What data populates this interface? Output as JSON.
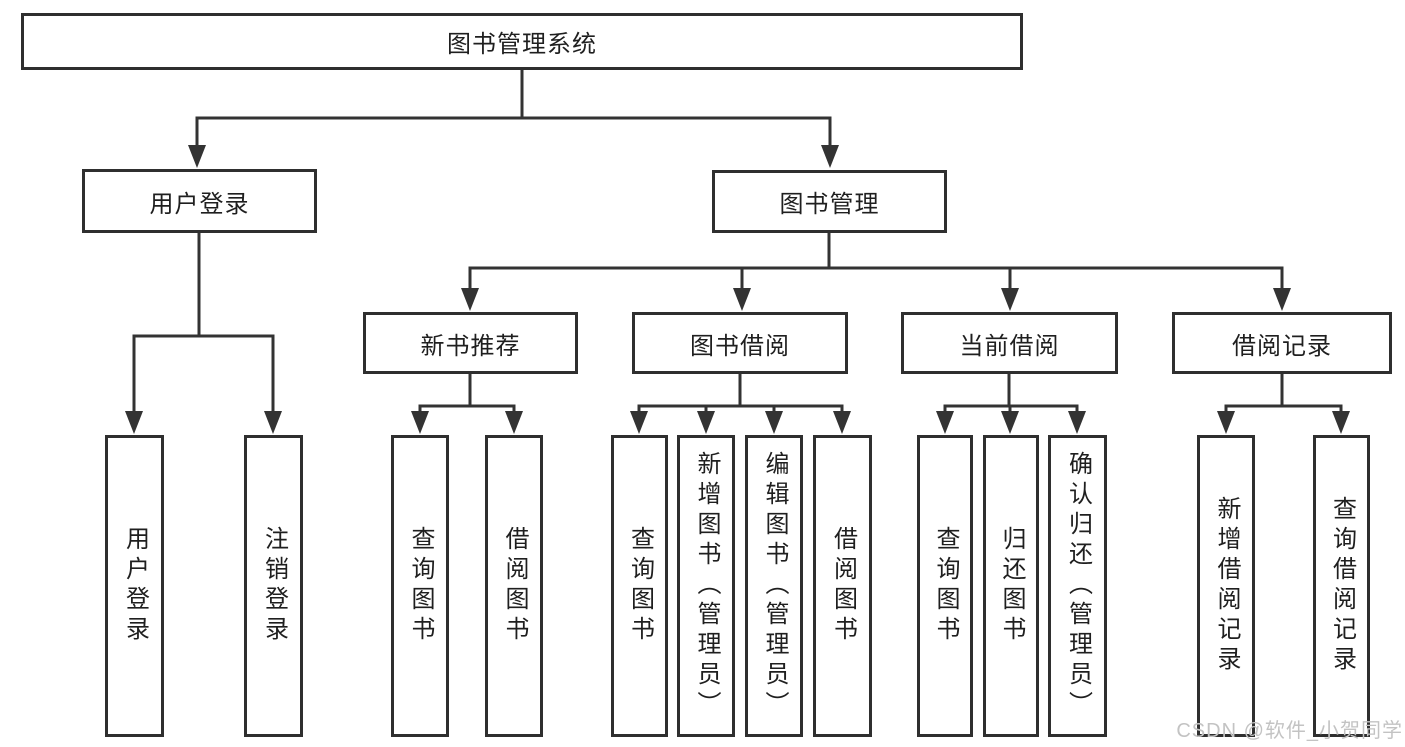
{
  "nodes": {
    "root": "图书管理系统",
    "user_login": "用户登录",
    "book_mgmt": "图书管理",
    "new_book_rec": "新书推荐",
    "book_borrow": "图书借阅",
    "current_borrow": "当前借阅",
    "borrow_record": "借阅记录",
    "ul_login": "用户登录",
    "ul_logout": "注销登录",
    "nr_query": "查询图书",
    "nr_borrow": "借阅图书",
    "bb_query": "查询图书",
    "bb_add": "新增图书（管理员）",
    "bb_edit": "编辑图书（管理员）",
    "bb_borrow": "借阅图书",
    "cb_query": "查询图书",
    "cb_return": "归还图书",
    "cb_confirm": "确认归还（管理员）",
    "br_add": "新增借阅记录",
    "br_query": "查询借阅记录"
  },
  "watermark": {
    "text": "CSDN @软件_小贺同学"
  },
  "colors": {
    "line": "#333333",
    "box_border": "#2f2f2f",
    "text": "#1f1f1f",
    "watermark": "#c3c3c3",
    "background": "#ffffff"
  }
}
